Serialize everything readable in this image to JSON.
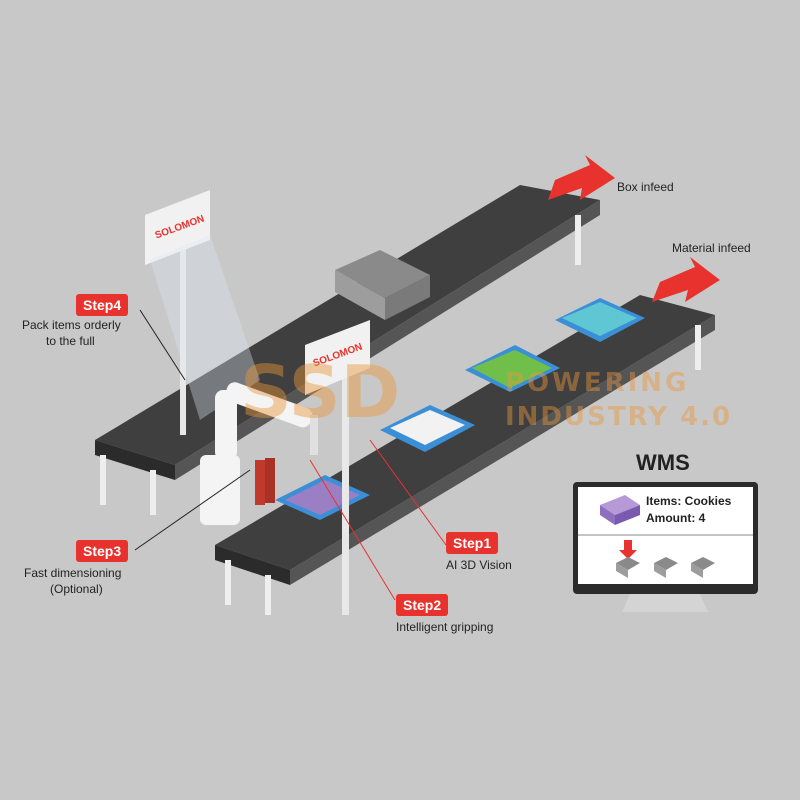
{
  "labels": {
    "box_infeed": "Box infeed",
    "material_infeed": "Material infeed",
    "step1": "Step1",
    "step1_desc": "AI 3D Vision",
    "step2": "Step2",
    "step2_desc": "Intelligent gripping",
    "step3": "Step3",
    "step3_desc_line1": "Fast dimensioning",
    "step3_desc_line2": "(Optional)",
    "step4": "Step4",
    "step4_desc_line1": "Pack items orderly",
    "step4_desc_line2": "to the full"
  },
  "signs": {
    "camera1": "SOLOMON",
    "camera2": "SOLOMON"
  },
  "watermark": {
    "logo": "SSD",
    "line1": "POWERING",
    "line2": "INDUSTRY 4.0"
  },
  "wms": {
    "title": "WMS",
    "items": "Items: Cookies",
    "amount": "Amount: 4"
  },
  "colors": {
    "step_red": "#e8322e",
    "arrow_red": "#e8322e",
    "belt": "#4a4a4a",
    "box_blue": "#3b8fd6",
    "cookie_purple": "#9b7fc4",
    "green_pack": "#6fbf4a",
    "teal_pack": "#5fc6d4"
  }
}
